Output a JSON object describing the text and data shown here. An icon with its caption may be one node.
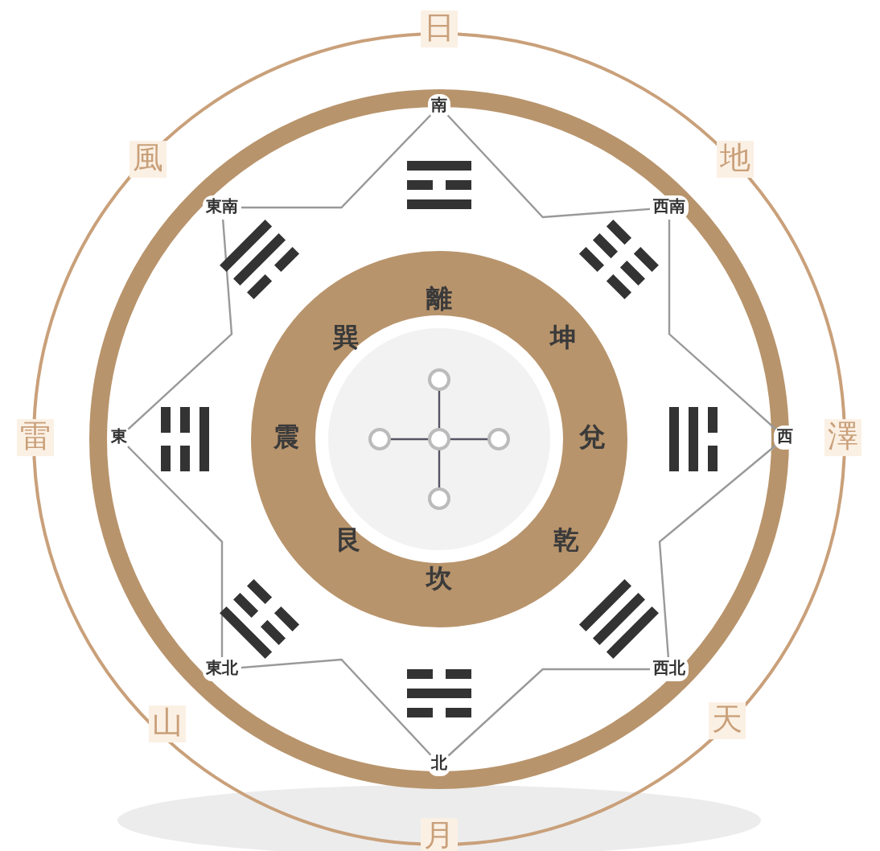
{
  "diagram": {
    "labels": [
      "日",
      "南",
      "風",
      "地",
      "東南",
      "西南",
      "離",
      "巽",
      "坤",
      "雷",
      "東",
      "震",
      "兌",
      "西",
      "澤",
      "艮",
      "乾",
      "坎",
      "東北",
      "西北",
      "山",
      "天",
      "北",
      "月"
    ]
  }
}
